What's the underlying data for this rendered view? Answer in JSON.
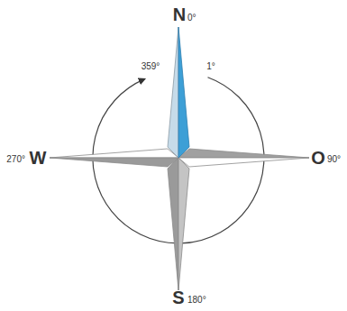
{
  "diagram": {
    "labels": [
      "N",
      "0°",
      "359°",
      "1°",
      "270°",
      "W",
      "O",
      "90°",
      "S",
      "180°"
    ]
  }
}
